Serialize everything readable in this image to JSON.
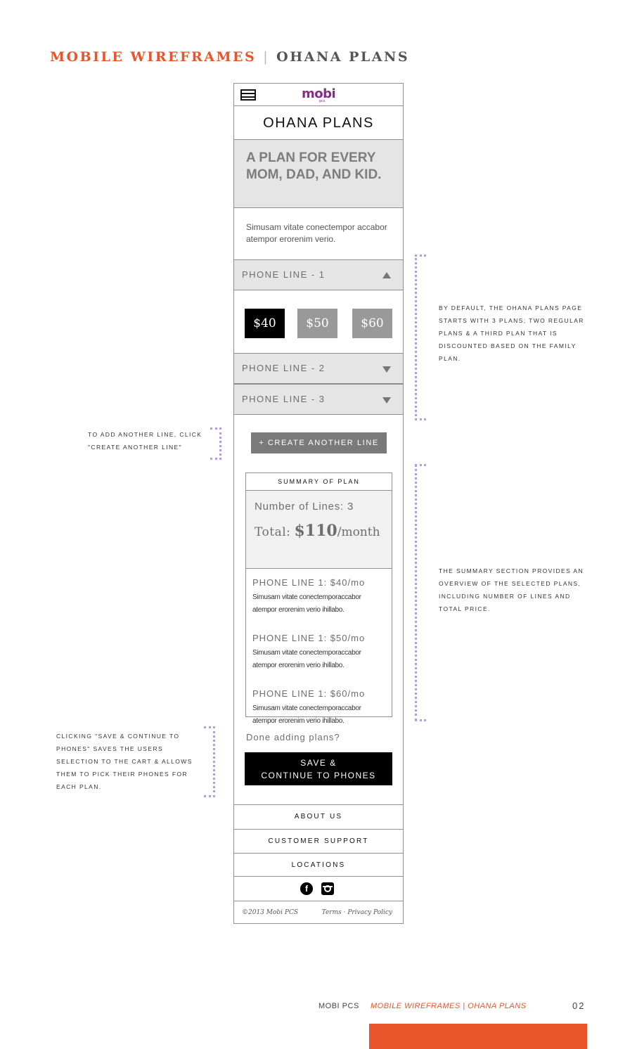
{
  "header": {
    "section_label": "MOBILE WIREFRAMES",
    "page_label": "OHANA PLANS"
  },
  "phone": {
    "logo_text": "mobi",
    "logo_sub": "pcs",
    "page_title": "OHANA PLANS",
    "hero_text": "A PLAN FOR EVERY MOM, DAD, AND KID.",
    "intro_text": "Simusam vitate conectempor accabor atempor erorenim verio.",
    "phone_lines": [
      {
        "label": "PHONE LINE - 1",
        "expanded": true
      },
      {
        "label": "PHONE LINE - 2",
        "expanded": false
      },
      {
        "label": "PHONE LINE - 3",
        "expanded": false
      }
    ],
    "prices": [
      {
        "label": "$40",
        "selected": true
      },
      {
        "label": "$50",
        "selected": false
      },
      {
        "label": "$60",
        "selected": false
      }
    ],
    "create_line_button": "+ CREATE ANOTHER LINE",
    "summary": {
      "heading": "SUMMARY OF PLAN",
      "number_of_lines": "Number of Lines: 3",
      "total_label": "Total:",
      "total_amount": "$110",
      "total_period": "/month",
      "items": [
        {
          "title": "PHONE LINE 1: $40/mo",
          "description": "Simusam vitate conectemporaccabor atempor erorenim verio ihillabo."
        },
        {
          "title": "PHONE LINE 1: $50/mo",
          "description": "Simusam vitate conectemporaccabor atempor erorenim verio ihillabo."
        },
        {
          "title": "PHONE LINE 1: $60/mo",
          "description": "Simusam vitate conectemporaccabor atempor erorenim verio ihillabo."
        }
      ]
    },
    "done_text": "Done adding plans?",
    "save_button": {
      "line1": "SAVE &",
      "line2": "CONTINUE TO PHONES"
    },
    "footer_links": [
      "ABOUT US",
      "CUSTOMER SUPPORT",
      "LOCATIONS"
    ],
    "social_icons": [
      "facebook-icon",
      "instagram-icon"
    ],
    "facebook_glyph": "f",
    "copyright": "©2013 Mobi PCS",
    "legal_links": "Terms · Privacy Policy"
  },
  "annotations": {
    "default_plans": "BY DEFAULT, THE OHANA PLANS PAGE STARTS WITH 3 PLANS; TWO REGULAR PLANS & A THIRD PLAN THAT IS DISCOUNTED BASED ON THE FAMILY PLAN.",
    "add_line": "TO ADD ANOTHER LINE, CLICK \"CREATE ANOTHER LINE\"",
    "summary": "THE SUMMARY SECTION PROVIDES AN OVERVIEW OF THE SELECTED PLANS, INCLUDING NUMBER OF LINES AND TOTAL PRICE.",
    "save": "CLICKING \"SAVE & CONTINUE TO PHONES\" SAVES THE USERS SELECTION TO THE CART & ALLOWS THEM TO PICK THEIR PHONES FOR EACH PLAN."
  },
  "doc_footer": {
    "brand": "MOBI PCS",
    "section": "MOBILE WIREFRAMES | OHANA PLANS",
    "page_number": "02"
  },
  "colors": {
    "accent_orange": "#e8552a",
    "logo_purple": "#8a2a8e",
    "annotation_bracket": "#b39ddb"
  }
}
